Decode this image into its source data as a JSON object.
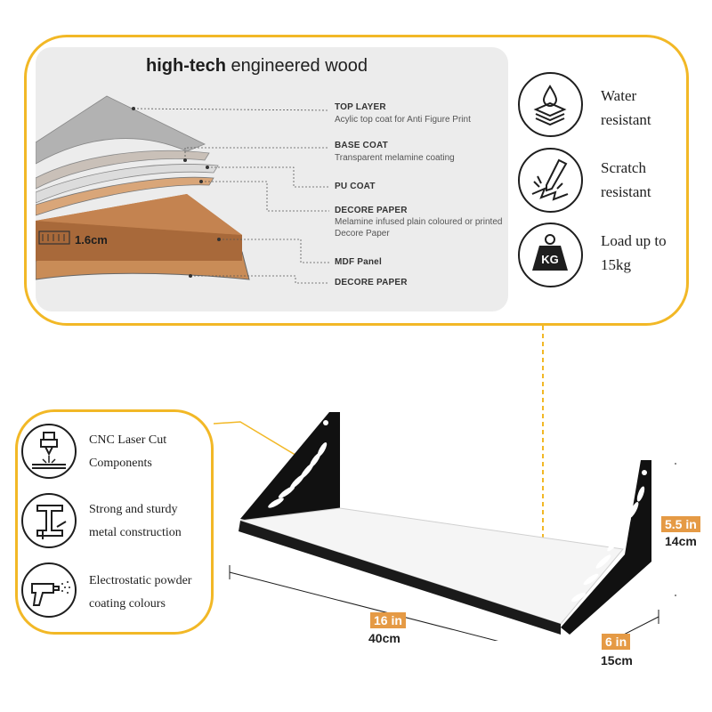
{
  "panel": {
    "title_bold": "high-tech",
    "title_rest": " engineered wood",
    "thickness": "1.6cm",
    "layers": [
      {
        "label": "TOP LAYER",
        "desc": "Acylic top coat for Anti Figure Print"
      },
      {
        "label": "BASE COAT",
        "desc": "Transparent melamine coating"
      },
      {
        "label": "PU COAT",
        "desc": ""
      },
      {
        "label": "DECORE PAPER",
        "desc": "Melamine infused plain coloured or printed Decore Paper"
      },
      {
        "label": "MDF Panel",
        "desc": ""
      },
      {
        "label": "DECORE PAPER",
        "desc": ""
      }
    ]
  },
  "features": [
    {
      "icon": "water-drop-icon",
      "line1": "Water",
      "line2": "resistant"
    },
    {
      "icon": "scratch-icon",
      "line1": "Scratch",
      "line2": "resistant"
    },
    {
      "icon": "weight-icon",
      "icon_text": "KG",
      "line1": "Load up to",
      "line2": "15kg"
    }
  ],
  "left_features": [
    {
      "icon": "laser-cut-icon",
      "line1": "CNC Laser Cut",
      "line2": "Components"
    },
    {
      "icon": "metal-beam-icon",
      "line1": "Strong and sturdy",
      "line2": "metal construction"
    },
    {
      "icon": "spray-gun-icon",
      "line1": "Electrostatic powder",
      "line2": "coating colours"
    }
  ],
  "dimensions": {
    "length_in": "16 in",
    "length_cm": "40cm",
    "depth_in": "6 in",
    "depth_cm": "15cm",
    "height_in": "5.5 in",
    "height_cm": "14cm"
  },
  "colors": {
    "accent": "#f2b826",
    "dimension_badge": "#e59a45",
    "wood": "#b97a45"
  }
}
